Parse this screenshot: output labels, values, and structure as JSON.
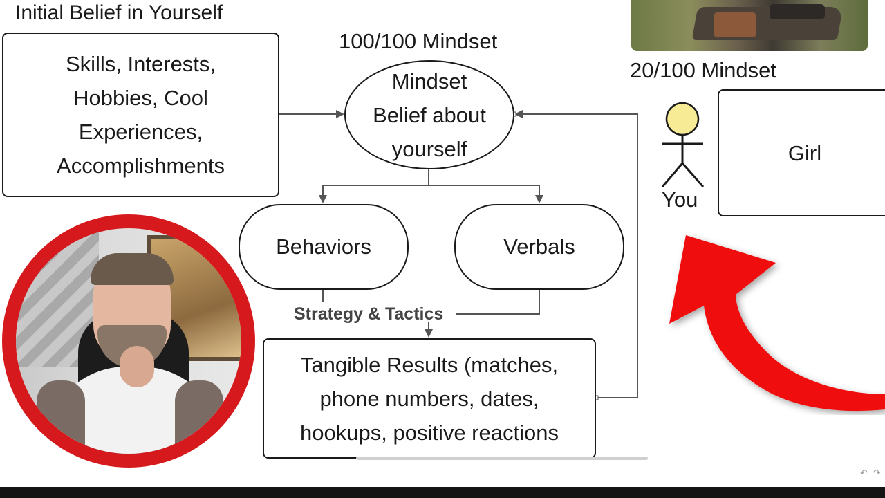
{
  "diagram": {
    "initial_belief_title": "Initial Belief in Yourself",
    "initial_belief_lines": [
      "Skills, Interests,",
      "Hobbies, Cool",
      "Experiences,",
      "Accomplishments"
    ],
    "mindset_title": "100/100 Mindset",
    "mindset_lines": [
      "Mindset",
      "Belief about",
      "yourself"
    ],
    "behaviors": "Behaviors",
    "verbals": "Verbals",
    "strategy_label": "Strategy & Tactics",
    "results_lines": [
      "Tangible Results (matches,",
      "phone numbers, dates,",
      "hookups, positive reactions"
    ],
    "low_mindset_title": "20/100 Mindset",
    "you_label": "You",
    "girl_label": "Girl"
  },
  "colors": {
    "stroke": "#1a1a1a",
    "connector": "#555555",
    "stick_head": "#f7eb95",
    "red_arrow": "#ef1111",
    "webcam_ring": "#d6191c"
  },
  "icons": {
    "undo": "undo-icon",
    "redo": "redo-icon"
  }
}
